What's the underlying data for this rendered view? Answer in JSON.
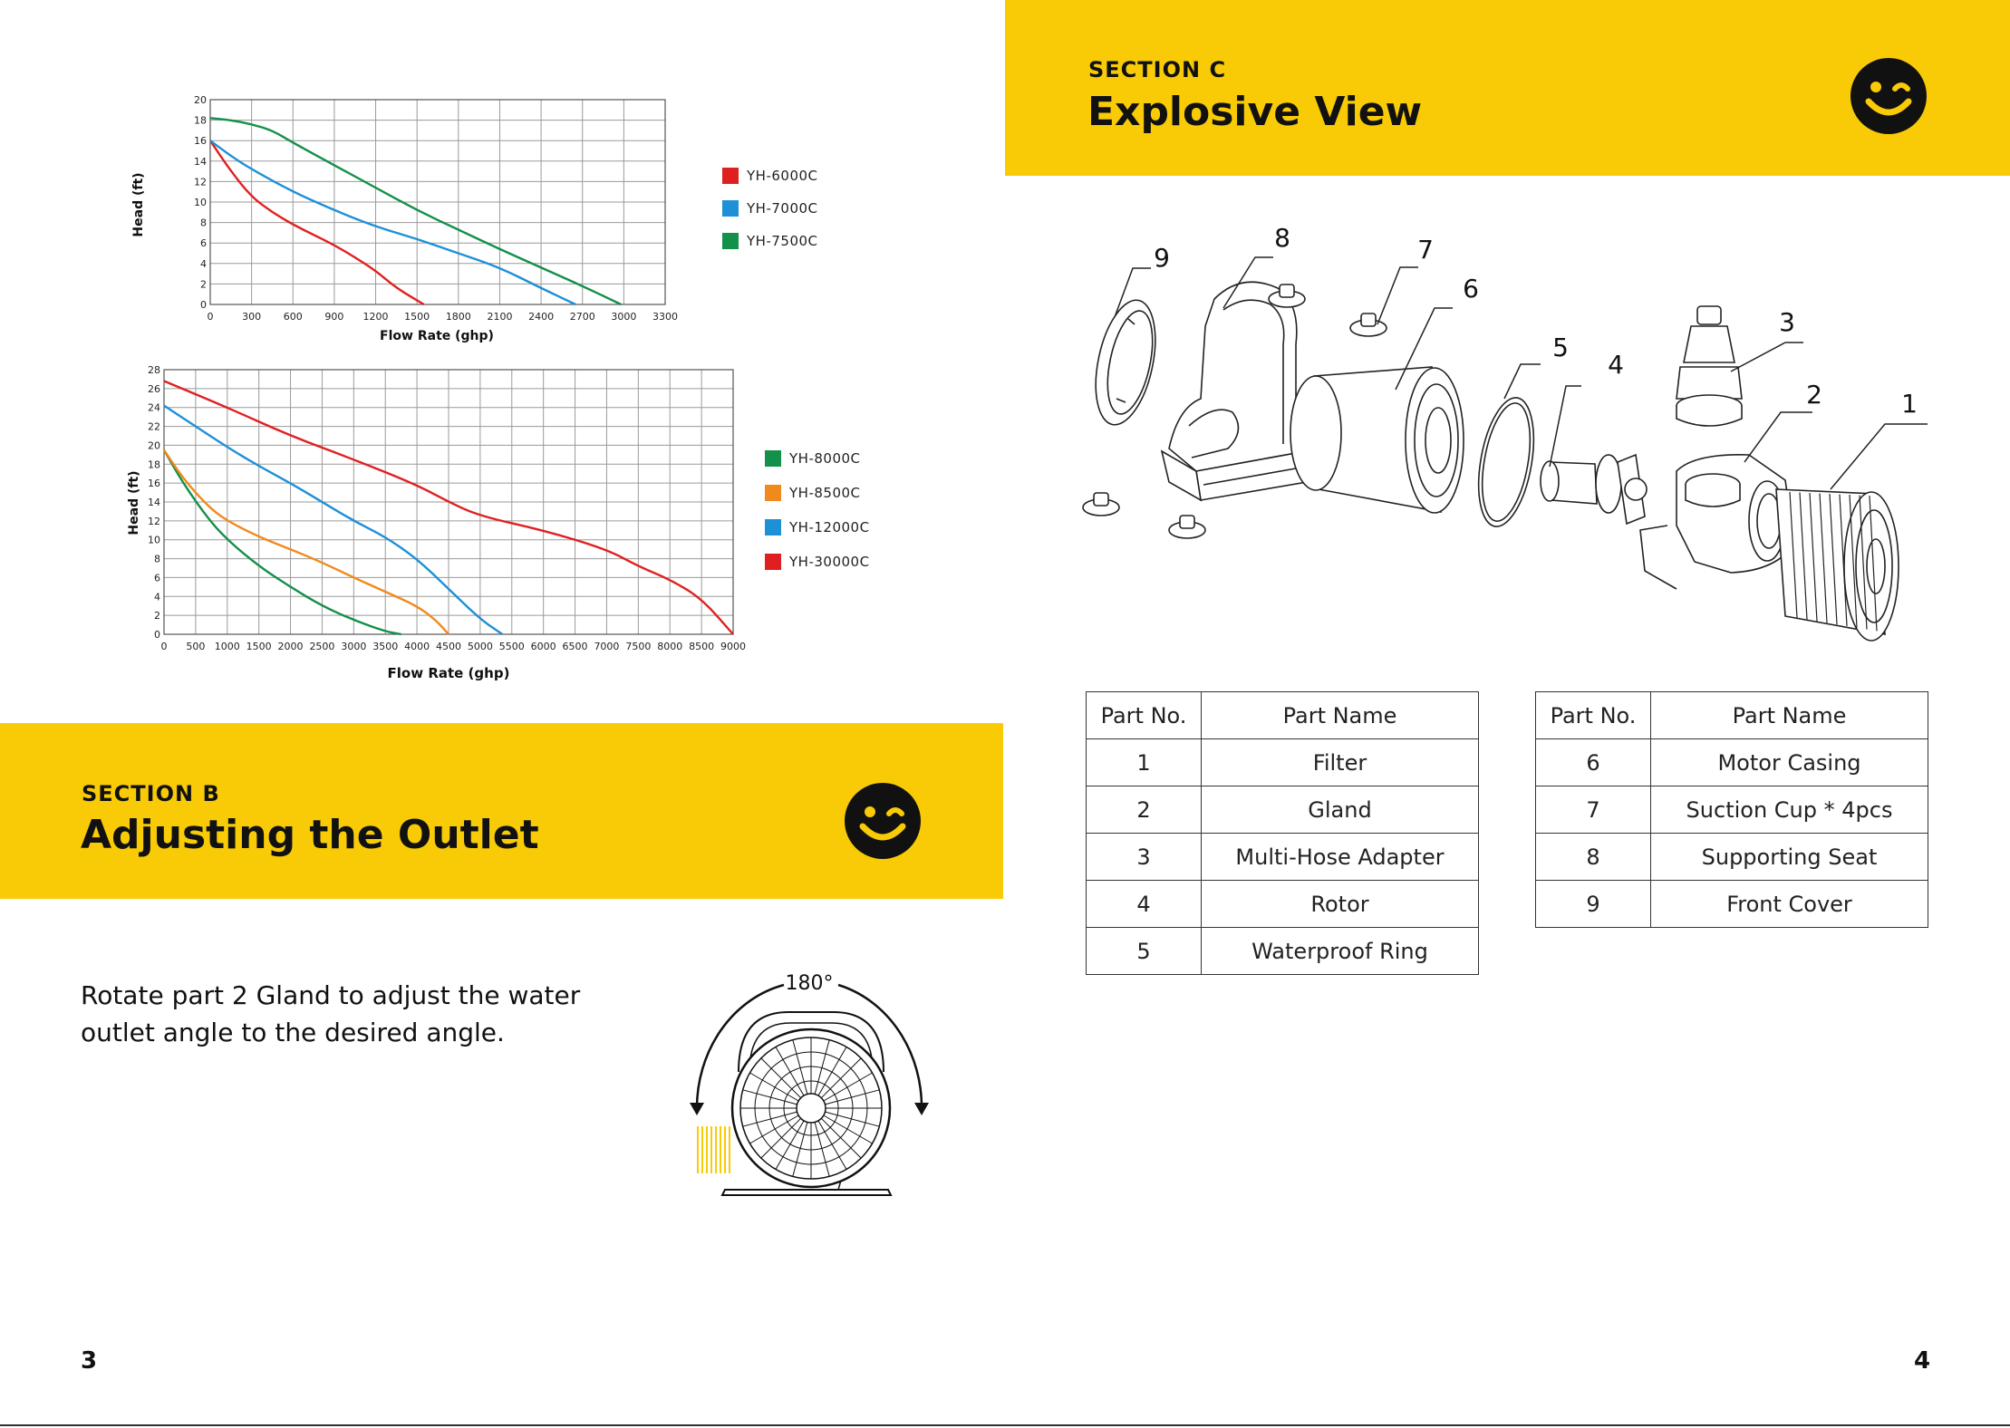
{
  "charts": {
    "chart1": {
      "ylabel": "Head (ft)",
      "xlabel": "Flow Rate (ghp)",
      "y_ticks": [
        "0",
        "2",
        "4",
        "6",
        "8",
        "10",
        "12",
        "14",
        "16",
        "18",
        "20"
      ],
      "x_ticks": [
        "0",
        "300",
        "600",
        "900",
        "1200",
        "1500",
        "1800",
        "2100",
        "2400",
        "2700",
        "3000",
        "3300"
      ],
      "legend": [
        {
          "name": "YH-6000C",
          "color": "#e02020"
        },
        {
          "name": "YH-7000C",
          "color": "#1e90d8"
        },
        {
          "name": "YH-7500C",
          "color": "#13904a"
        }
      ]
    },
    "chart2": {
      "ylabel": "Head (ft)",
      "xlabel": "Flow Rate (ghp)",
      "y_ticks": [
        "0",
        "2",
        "4",
        "6",
        "8",
        "10",
        "12",
        "14",
        "16",
        "18",
        "20",
        "22",
        "24",
        "26",
        "28"
      ],
      "x_ticks": [
        "0",
        "500",
        "1000",
        "1500",
        "2000",
        "2500",
        "3000",
        "3500",
        "4000",
        "4500",
        "5000",
        "5500",
        "6000",
        "6500",
        "7000",
        "7500",
        "8000",
        "8500",
        "9000"
      ],
      "legend": [
        {
          "name": "YH-8000C",
          "color": "#13904a"
        },
        {
          "name": "YH-8500C",
          "color": "#f08a1c"
        },
        {
          "name": "YH-12000C",
          "color": "#1e90d8"
        },
        {
          "name": "YH-30000C",
          "color": "#e02020"
        }
      ]
    }
  },
  "chart_data": [
    {
      "type": "line",
      "xlabel": "Flow Rate (ghp)",
      "ylabel": "Head (ft)",
      "xlim": [
        0,
        3300
      ],
      "ylim": [
        0,
        20
      ],
      "grid": true,
      "legend_position": "right",
      "series": [
        {
          "name": "YH-6000C",
          "color": "#e02020",
          "x": [
            0,
            150,
            300,
            450,
            600,
            750,
            900,
            1050,
            1200,
            1350,
            1550
          ],
          "y": [
            16,
            13,
            10.5,
            9,
            7.8,
            6.8,
            5.8,
            4.6,
            3.3,
            1.6,
            0
          ]
        },
        {
          "name": "YH-7000C",
          "color": "#1e90d8",
          "x": [
            0,
            150,
            300,
            600,
            900,
            1200,
            1500,
            1800,
            2100,
            2400,
            2650
          ],
          "y": [
            16,
            14.5,
            13.2,
            11,
            9.2,
            7.6,
            6.4,
            5,
            3.6,
            1.6,
            0
          ]
        },
        {
          "name": "YH-7500C",
          "color": "#13904a",
          "x": [
            0,
            150,
            300,
            450,
            600,
            900,
            1200,
            1500,
            1800,
            2100,
            2400,
            2700,
            2980
          ],
          "y": [
            18.2,
            18,
            17.6,
            17,
            15.8,
            13.6,
            11.4,
            9.2,
            7.3,
            5.4,
            3.6,
            1.8,
            0
          ]
        }
      ]
    },
    {
      "type": "line",
      "xlabel": "Flow Rate (ghp)",
      "ylabel": "Head (ft)",
      "xlim": [
        0,
        9000
      ],
      "ylim": [
        0,
        28
      ],
      "grid": true,
      "legend_position": "right",
      "series": [
        {
          "name": "YH-8000C",
          "color": "#13904a",
          "x": [
            0,
            300,
            700,
            1000,
            1500,
            2000,
            2500,
            3000,
            3500,
            3750
          ],
          "y": [
            19.5,
            16,
            12.2,
            10,
            7.2,
            5,
            3,
            1.5,
            0.3,
            0
          ]
        },
        {
          "name": "YH-8500C",
          "color": "#f08a1c",
          "x": [
            0,
            300,
            700,
            1000,
            1500,
            2000,
            2500,
            3000,
            3500,
            4000,
            4300,
            4500
          ],
          "y": [
            19.5,
            16.5,
            13.5,
            12,
            10.3,
            9,
            7.6,
            6,
            4.5,
            3,
            1.5,
            0
          ]
        },
        {
          "name": "YH-12000C",
          "color": "#1e90d8",
          "x": [
            0,
            500,
            1000,
            1500,
            2000,
            2500,
            3000,
            3500,
            4000,
            4500,
            5000,
            5350
          ],
          "y": [
            24.2,
            22,
            19.8,
            17.8,
            16,
            14,
            12,
            10.3,
            8,
            4.8,
            1.6,
            0
          ]
        },
        {
          "name": "YH-30000C",
          "color": "#e02020",
          "x": [
            0,
            1000,
            2000,
            3000,
            4000,
            4500,
            5000,
            6000,
            7000,
            7500,
            8000,
            8500,
            9000
          ],
          "y": [
            26.8,
            24,
            21,
            18.5,
            15.8,
            14,
            12.5,
            11,
            9,
            7.2,
            5.8,
            3.8,
            0
          ]
        }
      ]
    }
  ],
  "section_b": {
    "label": "SECTION B",
    "title": "Adjusting the Outlet"
  },
  "section_c": {
    "label": "SECTION C",
    "title": "Explosive View"
  },
  "body_text": {
    "line1": "Rotate part 2 Gland to adjust the water",
    "line2": "outlet angle to the desired angle."
  },
  "rotation_label": "180°",
  "callouts": [
    "1",
    "2",
    "3",
    "4",
    "5",
    "6",
    "7",
    "8",
    "9"
  ],
  "parts_tables": {
    "header_no": "Part No.",
    "header_name": "Part Name",
    "left": [
      {
        "no": "1",
        "name": "Filter"
      },
      {
        "no": "2",
        "name": "Gland"
      },
      {
        "no": "3",
        "name": "Multi-Hose Adapter"
      },
      {
        "no": "4",
        "name": "Rotor"
      },
      {
        "no": "5",
        "name": "Waterproof Ring"
      }
    ],
    "right": [
      {
        "no": "6",
        "name": "Motor Casing"
      },
      {
        "no": "7",
        "name": "Suction Cup * 4pcs"
      },
      {
        "no": "8",
        "name": "Supporting Seat"
      },
      {
        "no": "9",
        "name": "Front Cover"
      }
    ]
  },
  "page_numbers": {
    "left": "3",
    "right": "4"
  },
  "colors": {
    "banner": "#f8cb06",
    "text": "#111111"
  },
  "icons": {
    "smiley": "winking-smiley-icon"
  }
}
